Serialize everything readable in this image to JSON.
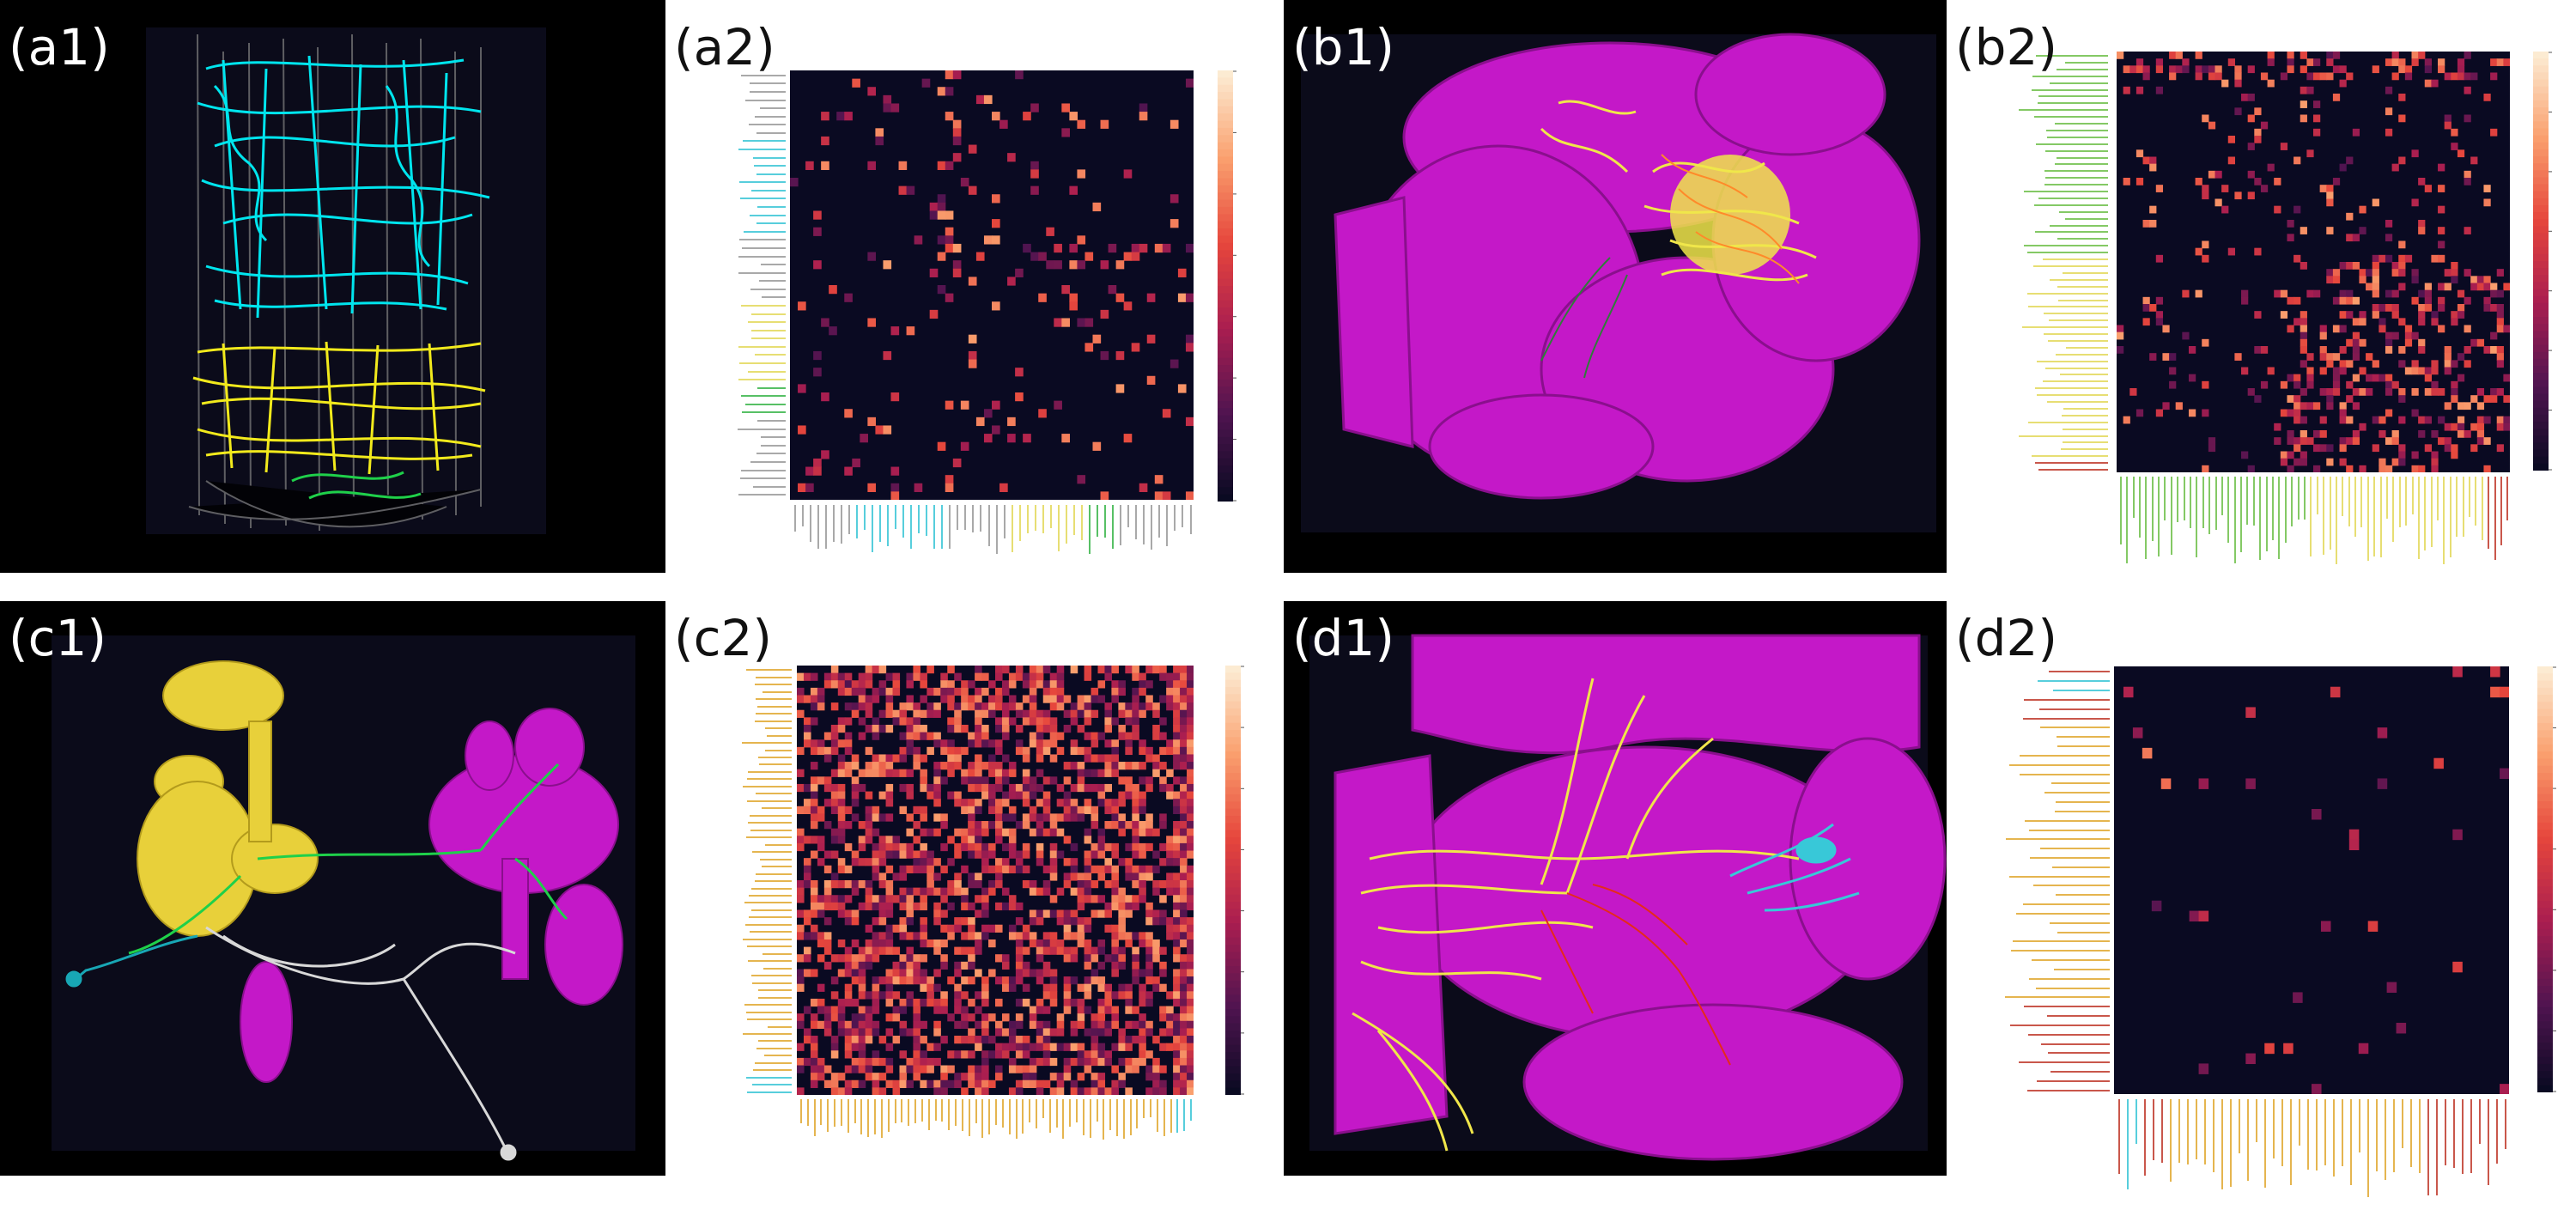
{
  "panels": {
    "a1": {
      "label": "(a1)",
      "colors": [
        "#00e5ee",
        "#f2ea1c",
        "#1fd04a",
        "#8a8a8a"
      ]
    },
    "a2": {
      "label": "(a2)",
      "label_colors": [
        "#9a9a9a",
        "#39c6d6",
        "#9a9a9a",
        "#e3d85a",
        "#39b54a",
        "#9a9a9a"
      ]
    },
    "b1": {
      "label": "(b1)",
      "colors": [
        "#c418c8",
        "#f0e64a",
        "#ff8a2a",
        "#2f7d3a"
      ]
    },
    "b2": {
      "label": "(b2)",
      "label_colors": [
        "#6fbf4a",
        "#e3d85a",
        "#c0392b"
      ]
    },
    "c1": {
      "label": "(c1)",
      "colors": [
        "#e8d03a",
        "#c418c8",
        "#1fd04a",
        "#18a7b5",
        "#d8d8d8"
      ]
    },
    "c2": {
      "label": "(c2)",
      "label_colors": [
        "#e0a830",
        "#39c6d6"
      ]
    },
    "d1": {
      "label": "(d1)",
      "colors": [
        "#c418c8",
        "#f0e64a",
        "#e62a1a",
        "#38c8d8"
      ]
    },
    "d2": {
      "label": "(d2)",
      "label_colors": [
        "#c0392b",
        "#39c6d6",
        "#e0a830",
        "#c0392b"
      ]
    }
  }
}
